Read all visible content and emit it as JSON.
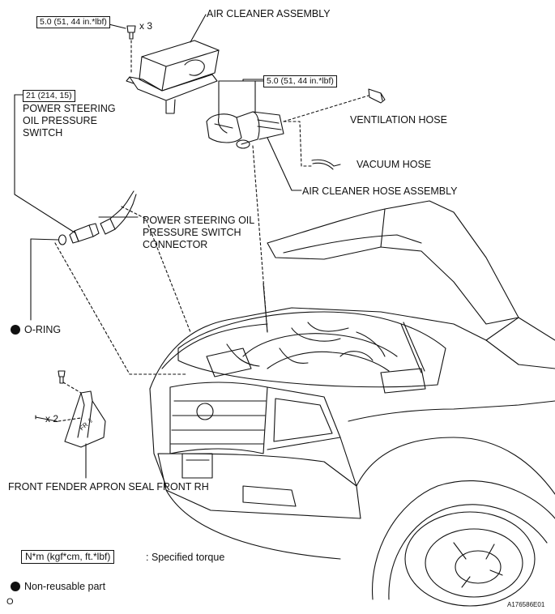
{
  "labels": {
    "air_cleaner_assembly": "AIR CLEANER ASSEMBLY",
    "ventilation_hose": "VENTILATION HOSE",
    "vacuum_hose": "VACUUM HOSE",
    "air_cleaner_hose_assembly": "AIR CLEANER HOSE ASSEMBLY",
    "ps_oil_pressure_switch": [
      "POWER STEERING",
      "OIL PRESSURE",
      "SWITCH"
    ],
    "ps_switch_connector": [
      "POWER STEERING OIL",
      "PRESSURE SWITCH",
      "CONNECTOR"
    ],
    "o_ring": "O-RING",
    "fender_seal": "FRONT FENDER APRON SEAL FRONT RH"
  },
  "torques": {
    "air_cleaner_bolts": "5.0 (51, 44 in.*lbf)",
    "hose_clamps": "5.0 (51, 44 in.*lbf)",
    "ps_switch": "21 (214, 15)"
  },
  "quantities": {
    "air_cleaner_bolts": "x 3",
    "fender_clips": "x 2"
  },
  "fender_mark": "FR ⇧",
  "legend": {
    "torque_unit": "N*m (kgf*cm, ft.*lbf)",
    "torque_desc": ": Specified torque",
    "nonreusable_desc": "Non-reusable part"
  },
  "footer": {
    "left_mark": "O",
    "figure_id": "A176586E01"
  }
}
